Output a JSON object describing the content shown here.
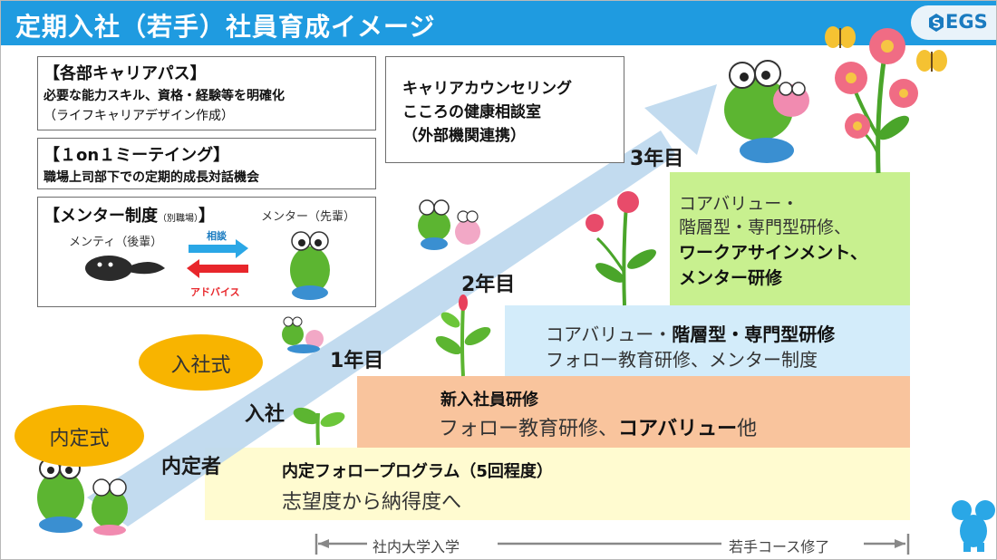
{
  "header": {
    "title": "定期入社（若手）社員育成イメージ",
    "logo_text": "EGS"
  },
  "career_path": {
    "heading": "【各部キャリアパス】",
    "line1": "必要な能力スキル、資格・経験等を明確化",
    "line2": "（ライフキャリアデザイン作成）"
  },
  "one_on_one": {
    "heading": "【１on１ミーテイング】",
    "line1": "職場上司部下での定期的成長対話機会"
  },
  "mentor_system": {
    "heading": "【メンター制度",
    "heading_small": "（別職場）",
    "heading_end": "】",
    "mentor_label": "メンター（先輩）",
    "mentee_label": "メンティ（後輩）",
    "consult_label": "相談",
    "advice_label": "アドバイス"
  },
  "counseling": {
    "line1": "キャリアカウンセリング",
    "line2": "こころの健康相談室",
    "line3": "（外部機関連携）"
  },
  "stages": {
    "naitei_ceremony": "内定式",
    "entry_ceremony": "入社式",
    "naitei_person": "内定者",
    "entry": "入社",
    "year1": "1年目",
    "year2": "2年目",
    "year3": "3年目"
  },
  "band_naitei": {
    "title": "内定フォロープログラム（5回程度）",
    "sub": "志望度から納得度へ"
  },
  "band_year1": {
    "title": "新入社員研修",
    "sub_normal": "フォロー教育研修、",
    "sub_bold": "コアバリュー",
    "sub_end": "他"
  },
  "band_year2": {
    "line1_normal": "コアバリュー・",
    "line1_bold": "階層型・専門型研修",
    "line2": "フォロー教育研修、メンター制度"
  },
  "band_year3": {
    "line1": "コアバリュー・",
    "line2": "階層型・専門型研修、",
    "line3": "ワークアサインメント、",
    "line4": "メンター研修"
  },
  "timeline": {
    "start_label": "社内大学入学",
    "end_label": "若手コース修了"
  },
  "colors": {
    "header_blue": "#1f9be0",
    "oval_orange": "#f8b400",
    "band_naitei": "#fffbd0",
    "band_year1": "#f9c49d",
    "band_year2": "#d3ecfa",
    "band_year3": "#c8f08f",
    "arrow_blue": "#bdd8ee",
    "consult_arrow": "#2aa7e6",
    "advice_arrow": "#e8262b"
  }
}
